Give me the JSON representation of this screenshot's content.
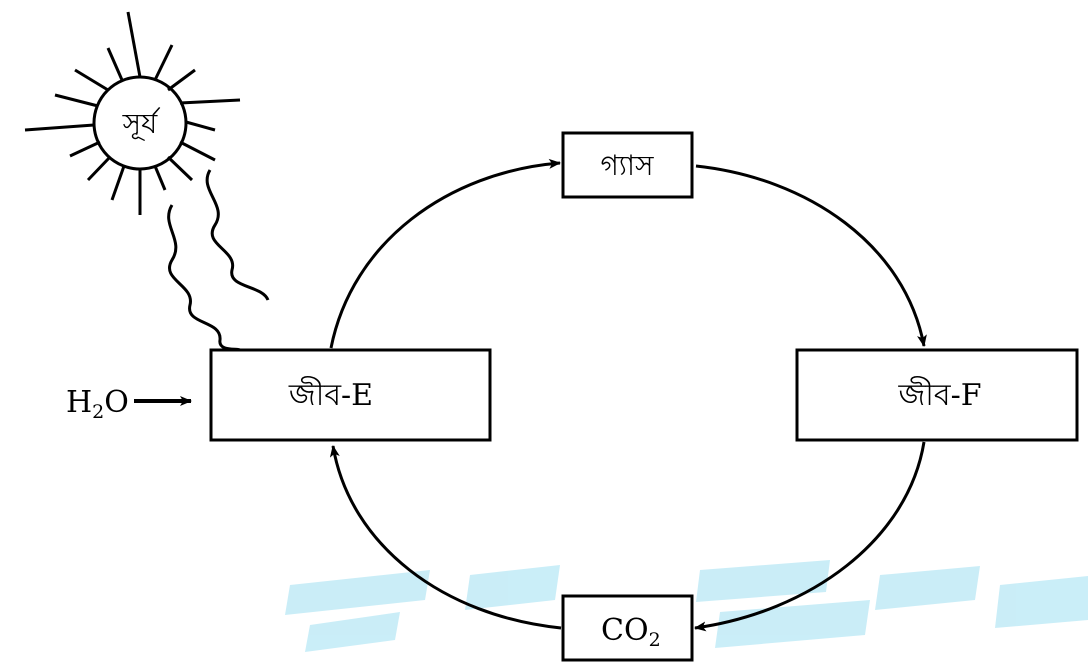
{
  "sun": {
    "label": "সূর্য"
  },
  "nodes": {
    "gas": "গ্যাস",
    "organism_e": "জীব-E",
    "organism_f": "জীব-F",
    "co2": {
      "main": "CO",
      "sub": "2"
    }
  },
  "water": {
    "main": "H",
    "sub": "2",
    "tail": "O"
  },
  "colors": {
    "stroke": "#000000",
    "watermark": "#7fd3ea"
  }
}
